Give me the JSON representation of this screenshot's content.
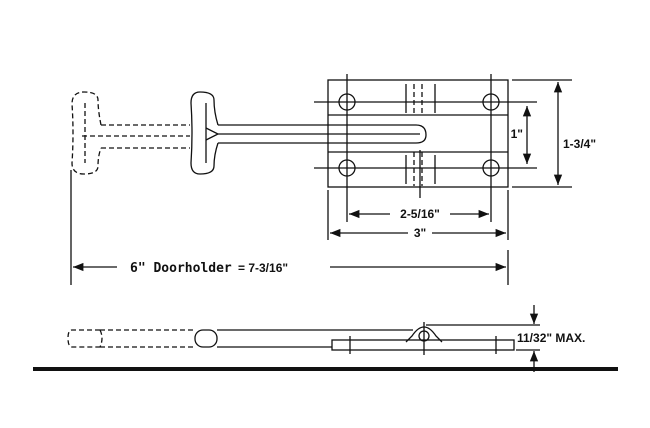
{
  "diagram": {
    "title_dimension": "6\" Doorholder",
    "overall_length": "= 7-3/16\"",
    "hole_spacing_horizontal": "2-5/16\"",
    "plate_width": "3\"",
    "hole_spacing_vertical": "1\"",
    "plate_height": "1-3/4\"",
    "max_height": "11/32\" MAX."
  },
  "colors": {
    "ink": "#111111",
    "background": "#ffffff"
  }
}
